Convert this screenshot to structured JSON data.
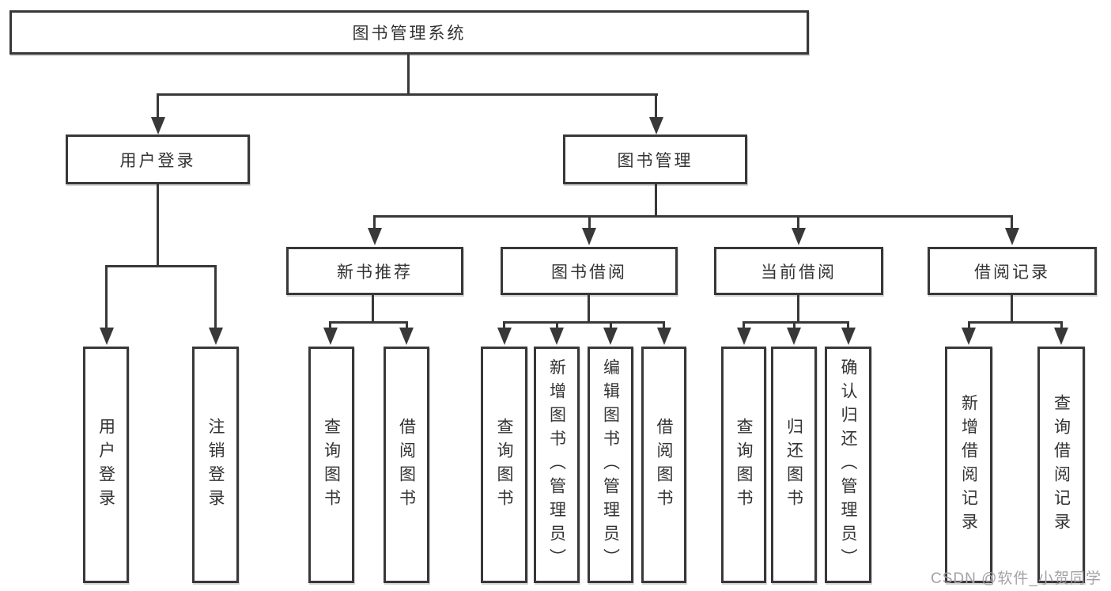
{
  "tree": {
    "label": "图书管理系统",
    "children": [
      {
        "label": "用户登录",
        "children": [
          {
            "label": "用户登录"
          },
          {
            "label": "注销登录"
          }
        ]
      },
      {
        "label": "图书管理",
        "children": [
          {
            "label": "新书推荐",
            "children": [
              {
                "label": "查询图书"
              },
              {
                "label": "借阅图书"
              }
            ]
          },
          {
            "label": "图书借阅",
            "children": [
              {
                "label": "查询图书"
              },
              {
                "label": "新增图书（管理员）"
              },
              {
                "label": "编辑图书（管理员）"
              },
              {
                "label": "借阅图书"
              }
            ]
          },
          {
            "label": "当前借阅",
            "children": [
              {
                "label": "查询图书"
              },
              {
                "label": "归还图书"
              },
              {
                "label": "确认归还（管理员）"
              }
            ]
          },
          {
            "label": "借阅记录",
            "children": [
              {
                "label": "新增借阅记录"
              },
              {
                "label": "查询借阅记录"
              }
            ]
          }
        ]
      }
    ]
  },
  "watermark": {
    "text": "CSDN @软件_小贺同学"
  },
  "colors": {
    "background": "#ffffff",
    "box_border": "#383838",
    "connector_line": "#383838",
    "text": "#333333",
    "watermark_text": "#a3a3a3"
  }
}
